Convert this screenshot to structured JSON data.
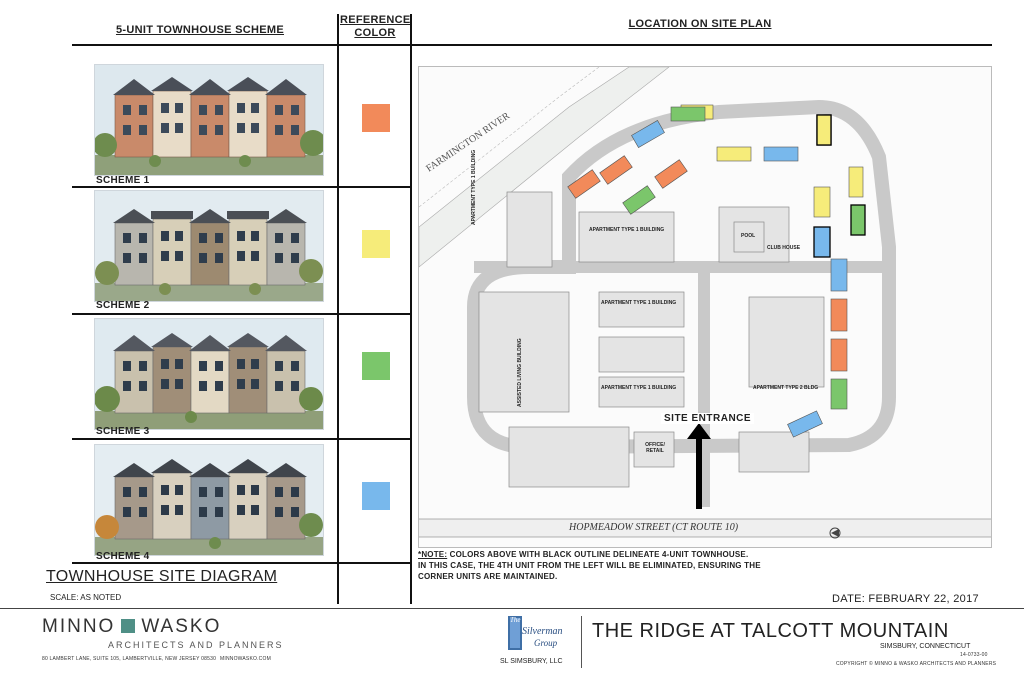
{
  "headers": {
    "scheme_col": "5-UNIT TOWNHOUSE SCHEME",
    "ref_col_line1": "REFERENCE",
    "ref_col_line2": "COLOR",
    "location_col": "LOCATION ON SITE PLAN"
  },
  "schemes": [
    {
      "label": "SCHEME 1",
      "color": "#f28a5a"
    },
    {
      "label": "SCHEME 2",
      "color": "#f6ec7a"
    },
    {
      "label": "SCHEME 3",
      "color": "#7bc66b"
    },
    {
      "label": "SCHEME 4",
      "color": "#78b8ec"
    }
  ],
  "site_plan": {
    "river_label": "FARMINGTON RIVER",
    "street_label": "HOPMEADOW STREET (CT ROUTE 10)",
    "site_entrance": "SITE ENTRANCE",
    "buildings": {
      "apt1_top": "APARTMENT TYPE 1 BUILDING",
      "apt1_left": "APARTMENT TYPE 1 BUILDING",
      "apt1_mid": "APARTMENT TYPE 1 BUILDING",
      "apt1_lower": "APARTMENT TYPE 1 BUILDING",
      "apt2": "APARTMENT TYPE 2 BLDG",
      "assisted": "ASSISTED LIVING BUILDING",
      "club": "CLUB HOUSE",
      "pool": "POOL",
      "office": "OFFICE/ RETAIL"
    }
  },
  "note": {
    "prefix": "*NOTE:",
    "line1": " COLORS ABOVE WITH BLACK OUTLINE DELINEATE 4-UNIT TOWNHOUSE.",
    "line2": "IN THIS CASE, THE 4TH UNIT FROM THE LEFT WILL BE ELIMINATED, ENSURING THE",
    "line3": "CORNER UNITS ARE MAINTAINED."
  },
  "diagram_title": "TOWNHOUSE SITE DIAGRAM",
  "scale": "SCALE: AS NOTED",
  "date": "DATE: FEBRUARY 22, 2017",
  "footer": {
    "firm_name_left": "MINNO",
    "firm_name_right": "WASKO",
    "firm_sub": "ARCHITECTS AND PLANNERS",
    "firm_address": "80 LAMBERT LANE, SUITE 105, LAMBERTVILLE, NEW JERSEY 08530",
    "firm_web": "MINNOWASKO.COM",
    "client_logo_line1": "The",
    "client_logo_line2": "Silverman",
    "client_logo_line3": "Group",
    "client_name": "SL SIMSBURY, LLC",
    "project_title": "THE RIDGE AT TALCOTT MOUNTAIN",
    "project_location": "SIMSBURY, CONNECTICUT",
    "project_number": "14-0733-00",
    "copyright": "COPYRIGHT © MINNO & WASKO ARCHITECTS AND PLANNERS"
  }
}
